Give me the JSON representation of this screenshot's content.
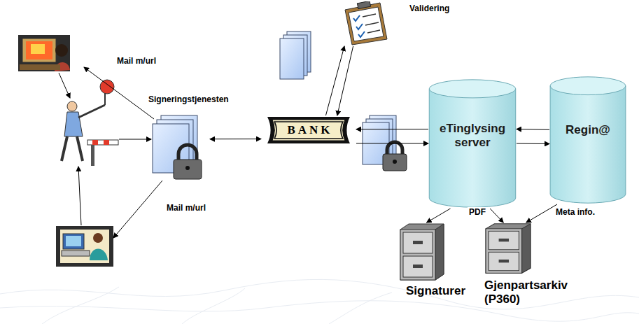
{
  "diagram": {
    "nodes": [
      {
        "text": [
          "Signeringstjenesten"
        ]
      },
      {
        "text": [
          "BANK"
        ]
      },
      {
        "text": [
          "Validering"
        ]
      },
      {
        "text": [
          "eTinglysing server"
        ]
      },
      {
        "text": [
          "Regin@"
        ]
      },
      {
        "text": [
          "Signaturer"
        ]
      },
      {
        "text": [
          "Gjenpartsarkiv (P360)"
        ]
      }
    ],
    "edges": [
      {
        "from": 0,
        "to": 1,
        "arrow": "both"
      },
      {
        "from": 1,
        "to": 2,
        "arrow": "to"
      },
      {
        "from": 2,
        "to": 1,
        "arrow": "to"
      },
      {
        "from": 1,
        "to": 3,
        "arrow": "to"
      },
      {
        "from": 3,
        "to": 1,
        "arrow": "to"
      },
      {
        "from": 4,
        "to": 3,
        "arrow": "to"
      },
      {
        "from": 3,
        "to": 4,
        "arrow": "to"
      },
      {
        "from": 3,
        "to": 5,
        "arrow": "to"
      },
      {
        "from": 3,
        "to": 6,
        "label": "PDF",
        "arrow": "to"
      },
      {
        "from": 4,
        "to": 6,
        "label": "Meta info.",
        "arrow": "to"
      }
    ],
    "labels": [
      "Mail m/url",
      "Mail m/url"
    ]
  }
}
